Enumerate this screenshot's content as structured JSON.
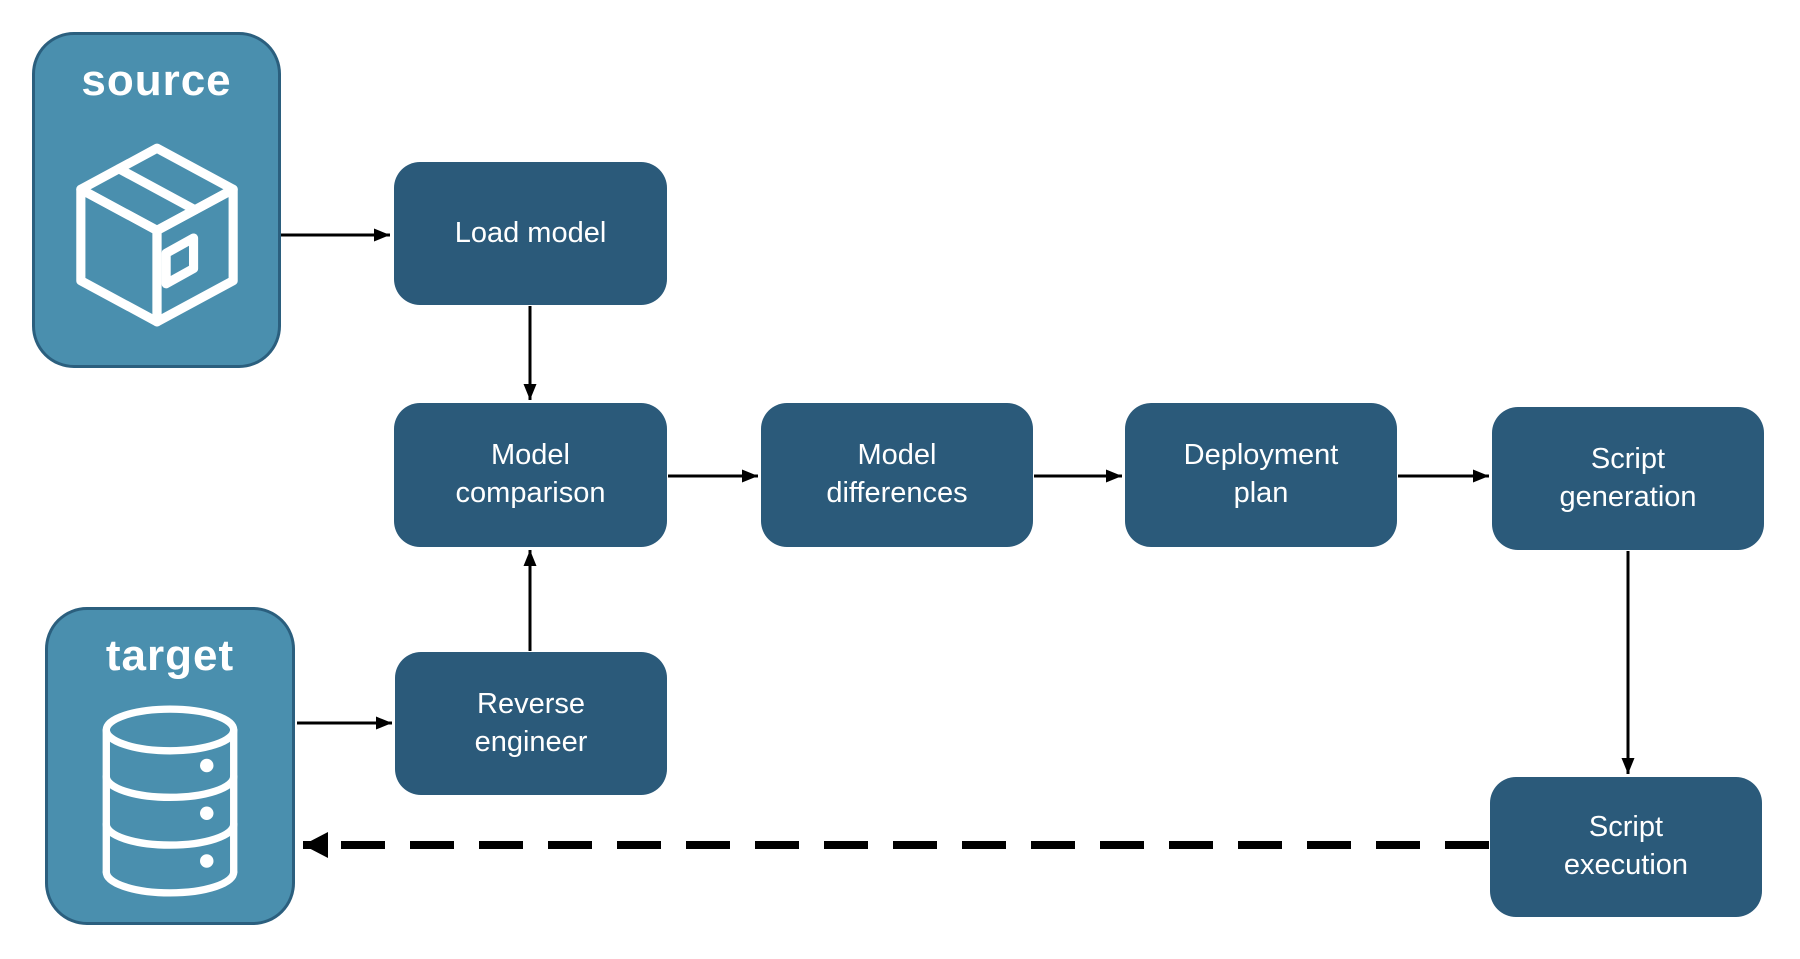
{
  "entities": {
    "source": {
      "label": "source",
      "icon": "package-icon"
    },
    "target": {
      "label": "target",
      "icon": "database-icon"
    }
  },
  "steps": {
    "load_model": {
      "label": "Load model"
    },
    "model_comparison": {
      "label": "Model comparison"
    },
    "model_differences": {
      "label": "Model differences"
    },
    "deployment_plan": {
      "label": "Deployment plan"
    },
    "script_generation": {
      "label": "Script generation"
    },
    "reverse_engineer": {
      "label": "Reverse engineer"
    },
    "script_execution": {
      "label": "Script execution"
    }
  },
  "connections": [
    {
      "from": "source",
      "to": "load_model",
      "style": "solid"
    },
    {
      "from": "load_model",
      "to": "model_comparison",
      "style": "solid"
    },
    {
      "from": "target",
      "to": "reverse_engineer",
      "style": "solid"
    },
    {
      "from": "reverse_engineer",
      "to": "model_comparison",
      "style": "solid"
    },
    {
      "from": "model_comparison",
      "to": "model_differences",
      "style": "solid"
    },
    {
      "from": "model_differences",
      "to": "deployment_plan",
      "style": "solid"
    },
    {
      "from": "deployment_plan",
      "to": "script_generation",
      "style": "solid"
    },
    {
      "from": "script_generation",
      "to": "script_execution",
      "style": "solid"
    },
    {
      "from": "script_execution",
      "to": "target",
      "style": "dashed"
    }
  ],
  "colors": {
    "canvas_bg": "#ffffff",
    "entity_fill": "#4A8FAE",
    "entity_border": "#2B5F7E",
    "step_fill": "#2B5A7A",
    "label_color": "#ffffff",
    "arrow_color": "#000000"
  }
}
